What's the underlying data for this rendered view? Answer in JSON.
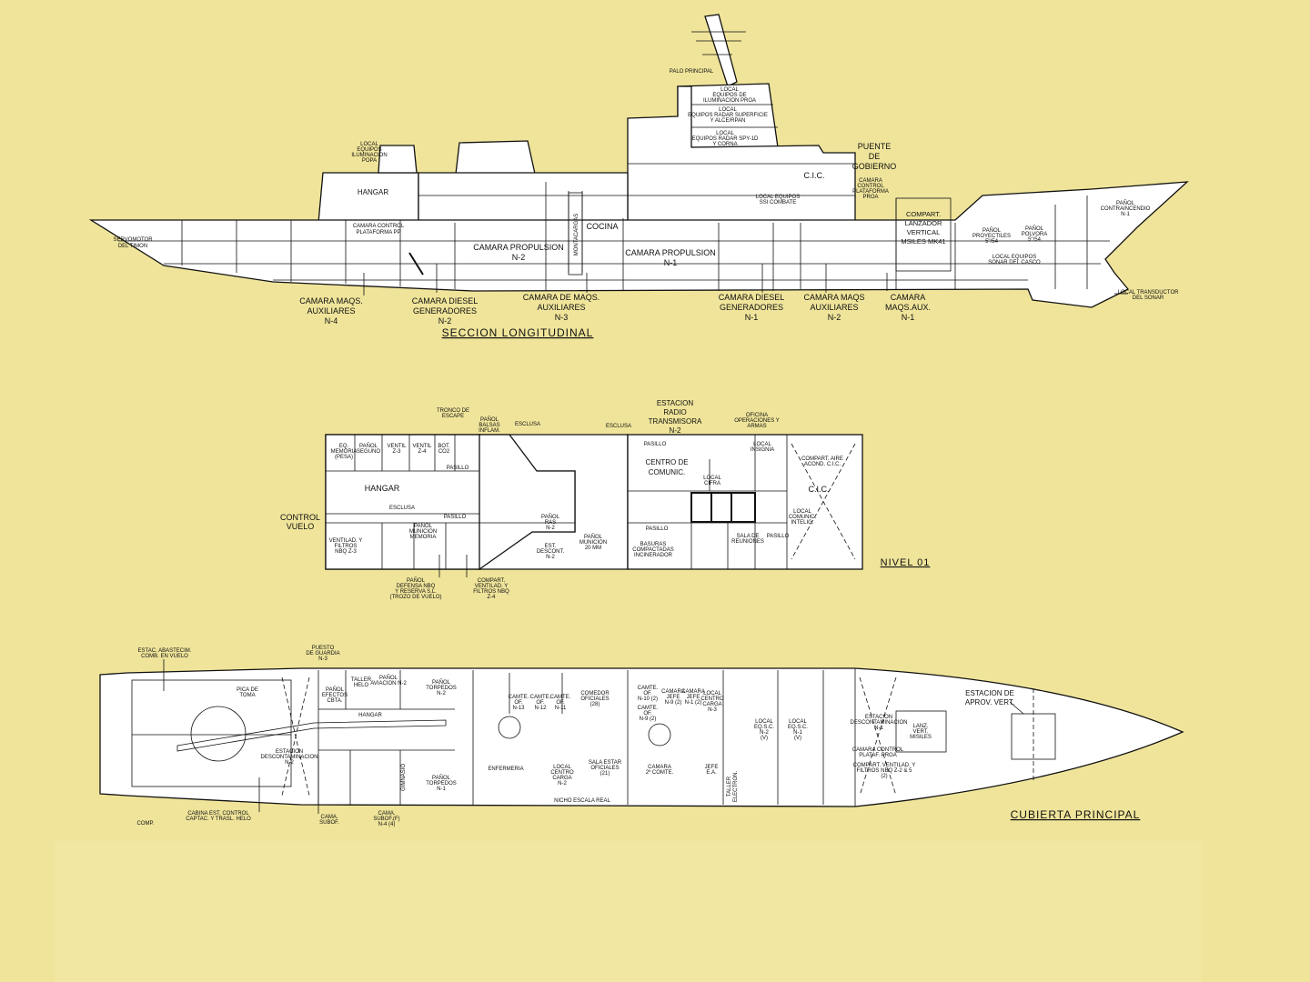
{
  "profile": {
    "title": "SECCION LONGITUDINAL",
    "hangar": "HANGAR",
    "control_pp": [
      "CAMARA CONTROL",
      "PLATAFORMA PP"
    ],
    "servomotor": [
      "SERVOMOTOR",
      "DEL TIMON"
    ],
    "propulsion_2": [
      "CAMARA PROPULSION",
      "N-2"
    ],
    "montacargas": "MONTACARGAS",
    "cocina": "COCINA",
    "propulsion_1": [
      "CAMARA PROPULSION",
      "N-1"
    ],
    "ilum_popa": [
      "LOCAL",
      "EQUIPOS",
      "ILUMINACION",
      "POPA"
    ],
    "palo": "PALO PRINCIPAL",
    "ilum_proa": [
      "LOCAL",
      "EQUIPOS DE",
      "ILUMINACION PROA"
    ],
    "radar_sup": [
      "LOCAL",
      "EQUIPOS RADAR SUPERFICIE",
      "Y ALCE/RPAN"
    ],
    "radar_spy": [
      "LOCAL",
      "EQUIPOS RADAR SPY-1D",
      "Y CORNA"
    ],
    "puente": [
      "PUENTE",
      "DE",
      "GOBIERNO"
    ],
    "cic": "C.I.C.",
    "control_proa": [
      "CAMARA",
      "CONTROL",
      "PLATAFORMA",
      "PROA"
    ],
    "ssi": [
      "LOCAL EQUIPOS",
      "SSI COMBATE"
    ],
    "mk41": [
      "COMPART.",
      "LANZADOR",
      "VERTICAL",
      "MSILES MK41"
    ],
    "proyectiles": [
      "PAÑOL",
      "PROYECTILES",
      "5\"/54"
    ],
    "polvora": [
      "PAÑOL",
      "POLVORA",
      "5\"/54"
    ],
    "sonar_casco": [
      "LOCAL EQUIPOS",
      "SONAR DEL CASCO"
    ],
    "contraincendio": [
      "PAÑOL",
      "CONTRAINCENDIO",
      "N-1"
    ],
    "transductor": [
      "LOCAL TRANSDUCTOR",
      "DEL SONAR"
    ],
    "bottom": [
      [
        "CAMARA MAQS.",
        "AUXILIARES",
        "N-4"
      ],
      [
        "CAMARA DIESEL",
        "GENERADORES",
        "N-2"
      ],
      [
        "CAMARA DE MAQS.",
        "AUXILIARES",
        "N-3"
      ],
      [
        "CAMARA DIESEL",
        "GENERADORES",
        "N-1"
      ],
      [
        "CAMARA MAQS",
        "AUXILIARES",
        "N-2"
      ],
      [
        "CAMARA",
        "MAQS.AUX.",
        "N-1"
      ]
    ]
  },
  "nivel01": {
    "title": "NIVEL 01",
    "hangar": "HANGAR",
    "control_vuelo": [
      "CONTROL",
      "VUELO"
    ],
    "escotilla": "ESCLUSA",
    "pasillo": "PASILLO",
    "tronco": [
      "TRONCO DE",
      "ESCAPE"
    ],
    "balsas": [
      "PAÑOL",
      "BALSAS",
      "INFLAM."
    ],
    "small_rooms": [
      [
        "EQ.",
        "MEMORIA",
        "(PESA)"
      ],
      [
        "PAÑOL",
        "SEGUNO"
      ],
      [
        "VENTIL",
        "Z-3"
      ],
      [
        "VENTIL",
        "Z-4"
      ],
      [
        "BOT.",
        "CO2"
      ]
    ],
    "ventil_z3": [
      "VENTILAD. Y",
      "FILTROS",
      "NBQ Z-3"
    ],
    "municion_memoria": [
      "PAÑOL",
      "MUNICION",
      "MEMORIA"
    ],
    "pas_n2": [
      "PAÑOL",
      "RAS",
      "N-2"
    ],
    "est_descont": [
      "EST.",
      "DESCONT.",
      "N-2"
    ],
    "municion_20": [
      "PAÑOL",
      "MUNICION",
      "20 MM"
    ],
    "defensa_nbq": [
      "PAÑOL",
      "DEFENSA NBQ",
      "Y RESERVA S.L.",
      "(TROZO DE VUELO)"
    ],
    "compart_ventil": [
      "COMPART.",
      "VENTILAD. Y",
      "FILTROS NBQ",
      "Z-4"
    ],
    "estacion_radio": [
      "ESTACION",
      "RADIO",
      "TRANSMISORA",
      "N-2"
    ],
    "oficina": [
      "OFICINA",
      "OPERACIONES Y",
      "ARMAS"
    ],
    "centro_comunic": [
      "CENTRO DE",
      "COMUNIC."
    ],
    "local_insignia": [
      "LOCAL",
      "INSIGNIA"
    ],
    "local_cifra": [
      "LOCAL",
      "CIFRA"
    ],
    "compart_aire": [
      "COMPART. AIRE",
      "ACOND. C.I.C."
    ],
    "cic": "C.I.C.",
    "comunic_intelig": [
      "LOCAL",
      "COMUNIC.",
      "INTELIG."
    ],
    "sala_reuniones": [
      "SALA DE",
      "REUNIONES"
    ],
    "basuras": [
      "BASURAS",
      "COMPACTADAS",
      "INCINERADOR"
    ]
  },
  "cubierta": {
    "title": "CUBIERTA PRINCIPAL",
    "estac_abastec": [
      "ESTAC. ABASTECIM.",
      "COMB. EN VUELO"
    ],
    "puesto_guardia": [
      "PUESTO",
      "DE GUARDIA",
      "N-3"
    ],
    "taller_helo": [
      "TALLER",
      "HELO"
    ],
    "panol_aviacion": [
      "PAÑOL",
      "AVIACION N-2"
    ],
    "panol_efectos": [
      "PAÑOL",
      "EFECTOS",
      "CBTA."
    ],
    "torpedos_2": [
      "PAÑOL",
      "TORPEDOS",
      "N-2"
    ],
    "torpedos_1": [
      "PAÑOL",
      "TORPEDOS",
      "N-1"
    ],
    "hangar": "HANGAR",
    "pica_toma": [
      "PICA DE",
      "TOMA"
    ],
    "descontaminacion": [
      "ESTACION",
      "DESCONTAMINACION",
      "N-2"
    ],
    "gimnasio": "GIMNASIO",
    "cabina_helo": [
      "CABINA EST. CONTROL",
      "CAPTAC. Y TRASL. HELO"
    ],
    "comp": "COMP.",
    "camara_subof": [
      "CAMA.",
      "SUBOF."
    ],
    "camara_subof2": [
      "CAMA.",
      "SUBOF.(F)",
      "N-4 (4)"
    ],
    "camarotes": [
      [
        "CAMTE.",
        "OF.",
        "N-13"
      ],
      [
        "CAMTE.",
        "OF.",
        "N-12"
      ],
      [
        "CAMTE.",
        "OF.",
        "N-11"
      ]
    ],
    "comedor": [
      "COMEDOR",
      "OFICIALES",
      "(28)"
    ],
    "enfermeria": "ENFERMERIA",
    "sala_estar": [
      "SALA ESTAR",
      "OFICIALES",
      "(21)"
    ],
    "centro_carga_2": [
      "LOCAL",
      "CENTRO",
      "CARGA",
      "N-2"
    ],
    "camte_10": [
      "CAMTE.",
      "OF.",
      "N-10 (2)"
    ],
    "camte_9": [
      "CAMTE.",
      "OF.",
      "N-9 (2)"
    ],
    "jefe_9": [
      "CAMARA",
      "JEFE",
      "N-9 (2)"
    ],
    "jefe_1": [
      "CAMARA",
      "JEFE",
      "N-1 (2)"
    ],
    "centro_carga_3": [
      "LOCAL",
      "CENTRO",
      "CARGA",
      "N-3"
    ],
    "camara_comte": [
      "CAMARA",
      "2º COMTE."
    ],
    "jefe_ea": [
      "JEFE",
      "E.A."
    ],
    "taller_electron": [
      "TALLER",
      "ELECTRON."
    ],
    "eqsc_2": [
      "LOCAL",
      "EQ.S.C.",
      "N-2",
      "(V)"
    ],
    "eqsc_1": [
      "LOCAL",
      "EQ.S.C.",
      "N-1",
      "(V)"
    ],
    "escala_real": "NICHO ESCALA REAL",
    "descont_1": [
      "ESTACION",
      "DESCONTAMINACION",
      "N-1"
    ],
    "lanz_misiles": [
      "LANZ.",
      "VERT.",
      "MISILES"
    ],
    "control_proa": [
      "CAMARA CONTROL",
      "PLATAF. PROA"
    ],
    "ventil_nbq": [
      "COMPART. VENTILAD. Y",
      "FILTROS NBQ Z-2 & 5",
      "(2)"
    ],
    "aprov_vert": [
      "ESTACION DE",
      "APROV. VERT."
    ]
  }
}
